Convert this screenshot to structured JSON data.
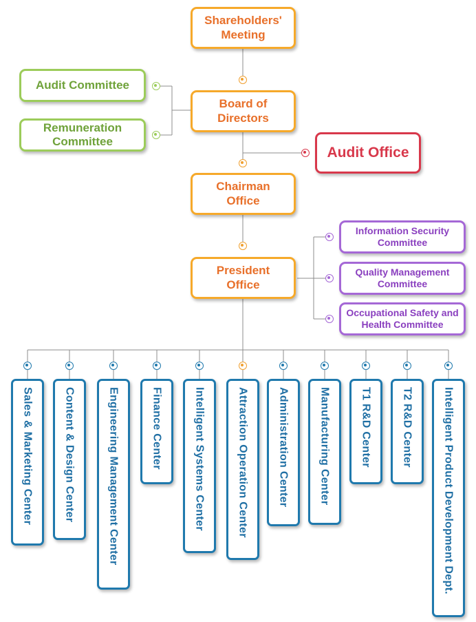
{
  "org_chart": {
    "shareholders": "Shareholders' Meeting",
    "board": "Board of Directors",
    "chairman": "Chairman Office",
    "president": "President Office",
    "audit_office": "Audit Office",
    "board_committees": [
      "Audit Committee",
      "Remuneration Committee"
    ],
    "president_committees": [
      "Information Security Committee",
      "Quality Management Committee",
      "Occupational Safety and Health Committee"
    ],
    "centers": [
      "Sales & Marketing Center",
      "Content & Design Center",
      "Engineering Management Center",
      "Finance Center",
      "Intelligent Systems Center",
      "Attraction Operation Center",
      "Administration Center",
      "Manufacturing Center",
      "T1 R&D Center",
      "T2 R&D Center",
      "Intelligent Product Development Dept."
    ]
  },
  "colors": {
    "executive": "#f6a92a",
    "board_committee": "#9ccc5a",
    "audit": "#d8384b",
    "president_committee": "#a568d6",
    "center": "#1f79ad",
    "connector": "#8c8c8c"
  }
}
